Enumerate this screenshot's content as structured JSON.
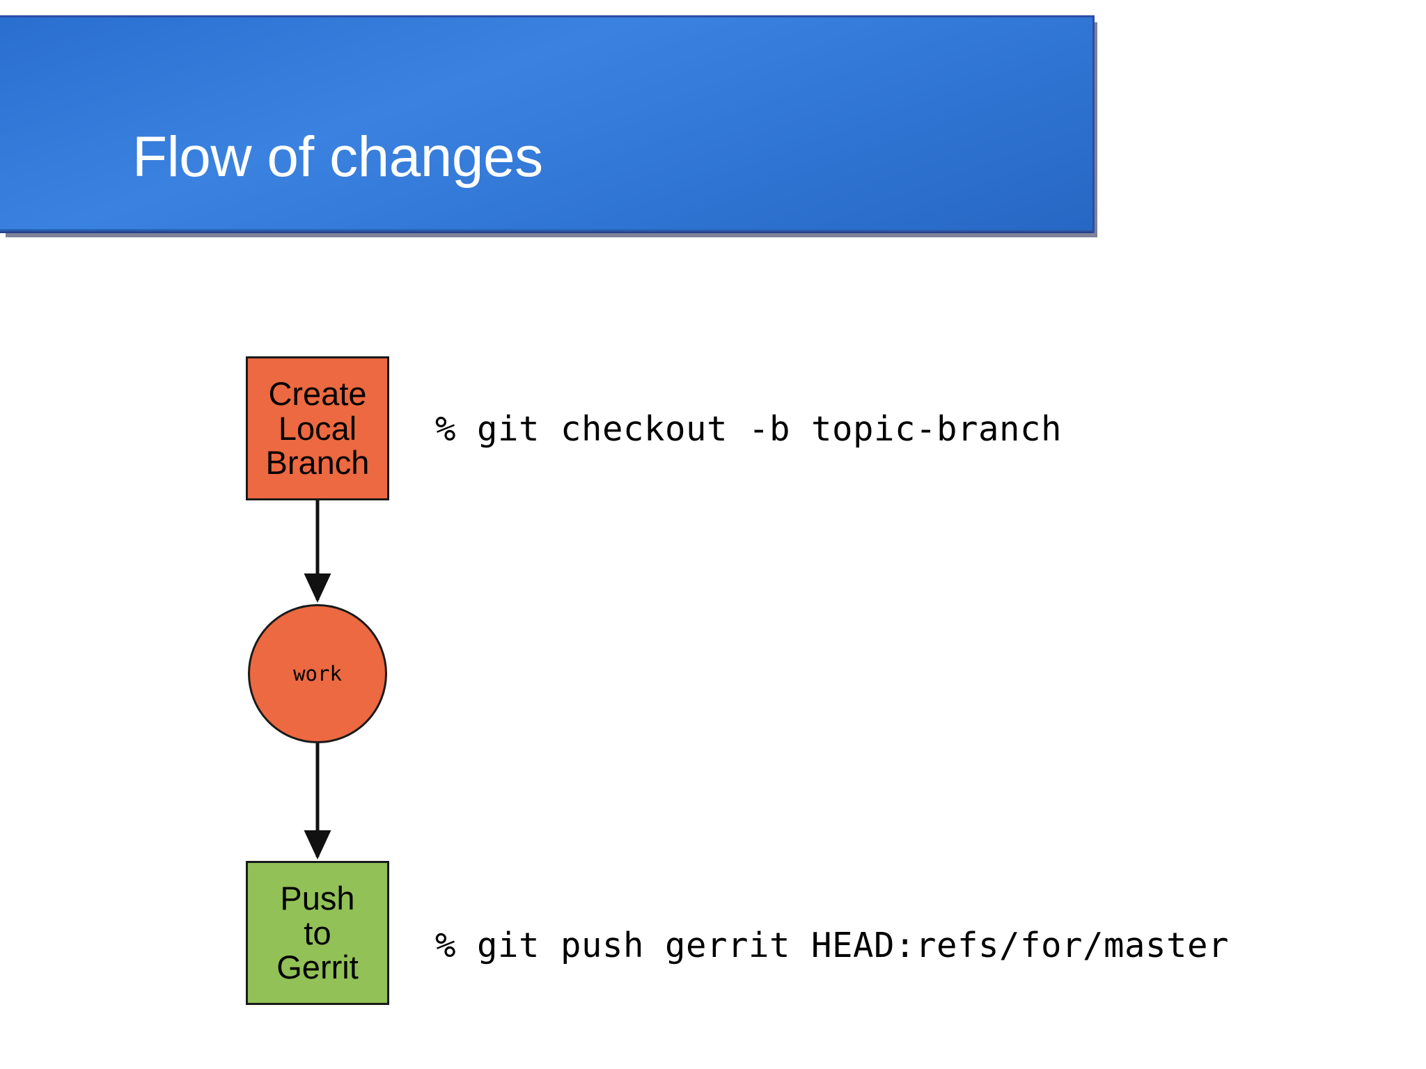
{
  "slide": {
    "title": "Flow of changes",
    "background_color": "#ffffff",
    "banner_color": "#3b82e0",
    "title_color": "#ffffff"
  },
  "diagram": {
    "type": "flowchart",
    "orientation": "vertical",
    "nodes": [
      {
        "id": "create-local-branch",
        "shape": "rectangle",
        "fill": "#ec6941",
        "stroke": "#1a1a1a",
        "lines": [
          "Create",
          "Local",
          "Branch"
        ]
      },
      {
        "id": "work",
        "shape": "ellipse",
        "fill": "#ec6941",
        "stroke": "#1a1a1a",
        "label": "work"
      },
      {
        "id": "push-to-gerrit",
        "shape": "rectangle",
        "fill": "#92c157",
        "stroke": "#1a1a1a",
        "lines": [
          "Push",
          "to",
          "Gerrit"
        ]
      }
    ],
    "edges": [
      {
        "id": "edge-create-to-work",
        "from": "create-local-branch",
        "to": "work",
        "arrow": "down"
      },
      {
        "id": "edge-work-to-push",
        "from": "work",
        "to": "push-to-gerrit",
        "arrow": "down"
      }
    ]
  },
  "commands": [
    {
      "id": "checkout-command",
      "text": "% git checkout -b topic-branch"
    },
    {
      "id": "push-command",
      "text": "% git push gerrit HEAD:refs/for/master"
    }
  ]
}
